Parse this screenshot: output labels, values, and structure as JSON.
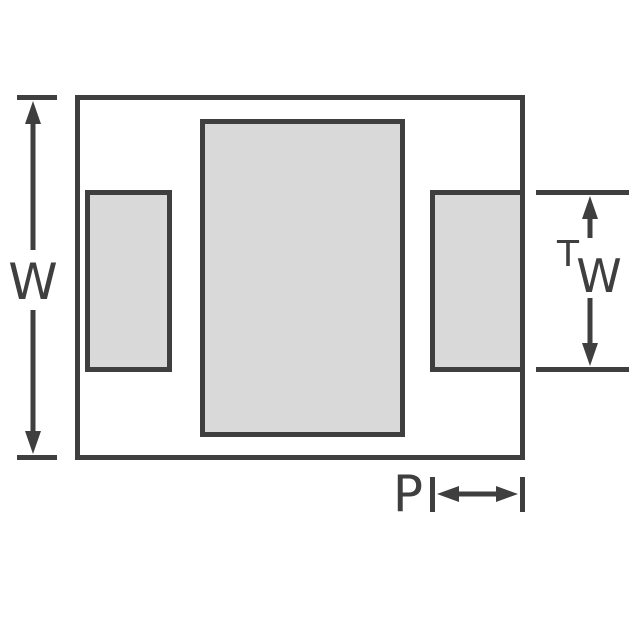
{
  "colors": {
    "line": "#3f3f3f",
    "pad_fill": "#d9d9d9",
    "background": "#ffffff"
  },
  "labels": {
    "overall_width": "W",
    "terminal_prefix": "T",
    "terminal_sub": "W",
    "pitch": "P"
  }
}
